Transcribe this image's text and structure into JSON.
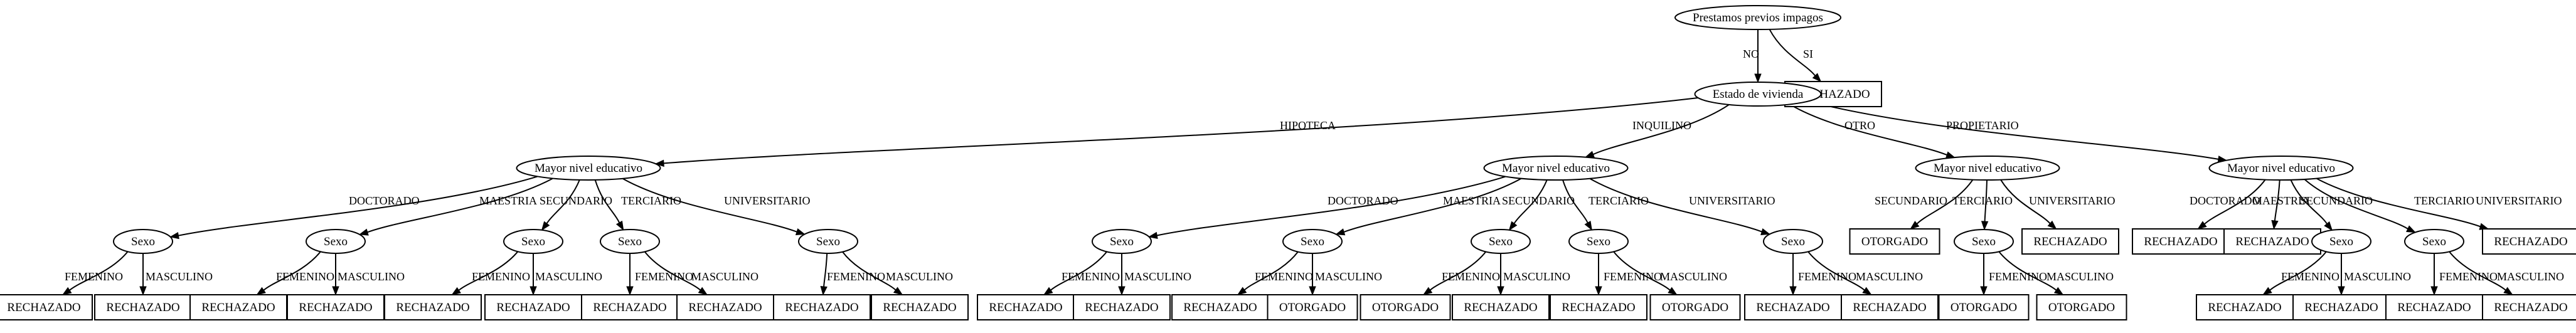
{
  "nodes": {
    "root": {
      "label": "Prestamos previos impagos",
      "shape": "ellipse"
    },
    "root_si": {
      "label": "RECHAZADO",
      "shape": "box"
    },
    "vivienda": {
      "label": "Estado de vivienda",
      "shape": "ellipse"
    },
    "h": {
      "label": "Mayor nivel educativo",
      "shape": "ellipse"
    },
    "h_doc": {
      "label": "Sexo",
      "shape": "ellipse"
    },
    "h_mae": {
      "label": "Sexo",
      "shape": "ellipse"
    },
    "h_sec": {
      "label": "Sexo",
      "shape": "ellipse"
    },
    "h_ter": {
      "label": "Sexo",
      "shape": "ellipse"
    },
    "h_uni": {
      "label": "Sexo",
      "shape": "ellipse"
    },
    "h_doc_f": {
      "label": "RECHAZADO",
      "shape": "box"
    },
    "h_doc_m": {
      "label": "RECHAZADO",
      "shape": "box"
    },
    "h_mae_f": {
      "label": "RECHAZADO",
      "shape": "box"
    },
    "h_mae_m": {
      "label": "RECHAZADO",
      "shape": "box"
    },
    "h_sec_f": {
      "label": "RECHAZADO",
      "shape": "box"
    },
    "h_sec_m": {
      "label": "RECHAZADO",
      "shape": "box"
    },
    "h_ter_f": {
      "label": "RECHAZADO",
      "shape": "box"
    },
    "h_ter_m": {
      "label": "RECHAZADO",
      "shape": "box"
    },
    "h_uni_f": {
      "label": "RECHAZADO",
      "shape": "box"
    },
    "h_uni_m": {
      "label": "RECHAZADO",
      "shape": "box"
    },
    "i": {
      "label": "Mayor nivel educativo",
      "shape": "ellipse"
    },
    "i_doc": {
      "label": "Sexo",
      "shape": "ellipse"
    },
    "i_mae": {
      "label": "Sexo",
      "shape": "ellipse"
    },
    "i_sec": {
      "label": "Sexo",
      "shape": "ellipse"
    },
    "i_ter": {
      "label": "Sexo",
      "shape": "ellipse"
    },
    "i_uni": {
      "label": "Sexo",
      "shape": "ellipse"
    },
    "i_doc_f": {
      "label": "RECHAZADO",
      "shape": "box"
    },
    "i_doc_m": {
      "label": "RECHAZADO",
      "shape": "box"
    },
    "i_mae_f": {
      "label": "RECHAZADO",
      "shape": "box"
    },
    "i_mae_m": {
      "label": "OTORGADO",
      "shape": "box"
    },
    "i_sec_f": {
      "label": "OTORGADO",
      "shape": "box"
    },
    "i_sec_m": {
      "label": "RECHAZADO",
      "shape": "box"
    },
    "i_ter_f": {
      "label": "RECHAZADO",
      "shape": "box"
    },
    "i_ter_m": {
      "label": "OTORGADO",
      "shape": "box"
    },
    "i_uni_f": {
      "label": "RECHAZADO",
      "shape": "box"
    },
    "i_uni_m": {
      "label": "RECHAZADO",
      "shape": "box"
    },
    "o": {
      "label": "Mayor nivel educativo",
      "shape": "ellipse"
    },
    "o_sec": {
      "label": "OTORGADO",
      "shape": "box"
    },
    "o_ter": {
      "label": "Sexo",
      "shape": "ellipse"
    },
    "o_uni": {
      "label": "RECHAZADO",
      "shape": "box"
    },
    "o_ter_f": {
      "label": "OTORGADO",
      "shape": "box"
    },
    "o_ter_m": {
      "label": "OTORGADO",
      "shape": "box"
    },
    "p": {
      "label": "Mayor nivel educativo",
      "shape": "ellipse"
    },
    "p_doc": {
      "label": "RECHAZADO",
      "shape": "box"
    },
    "p_mae": {
      "label": "RECHAZADO",
      "shape": "box"
    },
    "p_sec": {
      "label": "Sexo",
      "shape": "ellipse"
    },
    "p_ter": {
      "label": "Sexo",
      "shape": "ellipse"
    },
    "p_uni": {
      "label": "RECHAZADO",
      "shape": "box"
    },
    "p_sec_f": {
      "label": "RECHAZADO",
      "shape": "box"
    },
    "p_sec_m": {
      "label": "RECHAZADO",
      "shape": "box"
    },
    "p_ter_f": {
      "label": "RECHAZADO",
      "shape": "box"
    },
    "p_ter_m": {
      "label": "RECHAZADO",
      "shape": "box"
    }
  },
  "edges": [
    {
      "from": "root",
      "to": "vivienda",
      "label": "NO"
    },
    {
      "from": "root",
      "to": "root_si",
      "label": "SI"
    },
    {
      "from": "vivienda",
      "to": "h",
      "label": "HIPOTECA"
    },
    {
      "from": "vivienda",
      "to": "i",
      "label": "INQUILINO"
    },
    {
      "from": "vivienda",
      "to": "o",
      "label": "OTRO"
    },
    {
      "from": "vivienda",
      "to": "p",
      "label": "PROPIETARIO"
    },
    {
      "from": "h",
      "to": "h_doc",
      "label": "DOCTORADO"
    },
    {
      "from": "h",
      "to": "h_mae",
      "label": "MAESTRIA"
    },
    {
      "from": "h",
      "to": "h_sec",
      "label": "SECUNDARIO"
    },
    {
      "from": "h",
      "to": "h_ter",
      "label": "TERCIARIO"
    },
    {
      "from": "h",
      "to": "h_uni",
      "label": "UNIVERSITARIO"
    },
    {
      "from": "h_doc",
      "to": "h_doc_f",
      "label": "FEMENINO"
    },
    {
      "from": "h_doc",
      "to": "h_doc_m",
      "label": "MASCULINO"
    },
    {
      "from": "h_mae",
      "to": "h_mae_f",
      "label": "FEMENINO"
    },
    {
      "from": "h_mae",
      "to": "h_mae_m",
      "label": "MASCULINO"
    },
    {
      "from": "h_sec",
      "to": "h_sec_f",
      "label": "FEMENINO"
    },
    {
      "from": "h_sec",
      "to": "h_sec_m",
      "label": "MASCULINO"
    },
    {
      "from": "h_ter",
      "to": "h_ter_f",
      "label": "FEMENINO"
    },
    {
      "from": "h_ter",
      "to": "h_ter_m",
      "label": "MASCULINO"
    },
    {
      "from": "h_uni",
      "to": "h_uni_f",
      "label": "FEMENINO"
    },
    {
      "from": "h_uni",
      "to": "h_uni_m",
      "label": "MASCULINO"
    },
    {
      "from": "i",
      "to": "i_doc",
      "label": "DOCTORADO"
    },
    {
      "from": "i",
      "to": "i_mae",
      "label": "MAESTRIA"
    },
    {
      "from": "i",
      "to": "i_sec",
      "label": "SECUNDARIO"
    },
    {
      "from": "i",
      "to": "i_ter",
      "label": "TERCIARIO"
    },
    {
      "from": "i",
      "to": "i_uni",
      "label": "UNIVERSITARIO"
    },
    {
      "from": "i_doc",
      "to": "i_doc_f",
      "label": "FEMENINO"
    },
    {
      "from": "i_doc",
      "to": "i_doc_m",
      "label": "MASCULINO"
    },
    {
      "from": "i_mae",
      "to": "i_mae_f",
      "label": "FEMENINO"
    },
    {
      "from": "i_mae",
      "to": "i_mae_m",
      "label": "MASCULINO"
    },
    {
      "from": "i_sec",
      "to": "i_sec_f",
      "label": "FEMENINO"
    },
    {
      "from": "i_sec",
      "to": "i_sec_m",
      "label": "MASCULINO"
    },
    {
      "from": "i_ter",
      "to": "i_ter_f",
      "label": "FEMENINO"
    },
    {
      "from": "i_ter",
      "to": "i_ter_m",
      "label": "MASCULINO"
    },
    {
      "from": "i_uni",
      "to": "i_uni_f",
      "label": "FEMENINO"
    },
    {
      "from": "i_uni",
      "to": "i_uni_m",
      "label": "MASCULINO"
    },
    {
      "from": "o",
      "to": "o_sec",
      "label": "SECUNDARIO"
    },
    {
      "from": "o",
      "to": "o_ter",
      "label": "TERCIARIO"
    },
    {
      "from": "o",
      "to": "o_uni",
      "label": "UNIVERSITARIO"
    },
    {
      "from": "o_ter",
      "to": "o_ter_f",
      "label": "FEMENINO"
    },
    {
      "from": "o_ter",
      "to": "o_ter_m",
      "label": "MASCULINO"
    },
    {
      "from": "p",
      "to": "p_doc",
      "label": "DOCTORADO"
    },
    {
      "from": "p",
      "to": "p_mae",
      "label": "MAESTRIA"
    },
    {
      "from": "p",
      "to": "p_sec",
      "label": "SECUNDARIO"
    },
    {
      "from": "p",
      "to": "p_ter",
      "label": "TERCIARIO"
    },
    {
      "from": "p",
      "to": "p_uni",
      "label": "UNIVERSITARIO"
    },
    {
      "from": "p_sec",
      "to": "p_sec_f",
      "label": "FEMENINO"
    },
    {
      "from": "p_sec",
      "to": "p_sec_m",
      "label": "MASCULINO"
    },
    {
      "from": "p_ter",
      "to": "p_ter_f",
      "label": "FEMENINO"
    },
    {
      "from": "p_ter",
      "to": "p_ter_m",
      "label": "MASCULINO"
    }
  ]
}
